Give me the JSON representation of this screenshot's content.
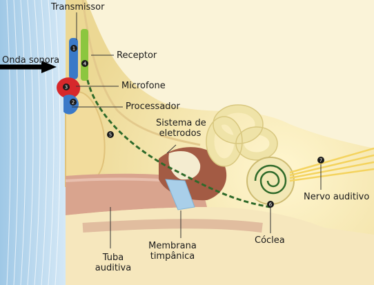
{
  "labels": {
    "transmissor": "Transmissor",
    "onda_sonora": "Onda sonora",
    "receptor": "Receptor",
    "microfone": "Microfone",
    "processador": "Processador",
    "sistema_eletrodos_1": "Sistema de",
    "sistema_eletrodos_2": "eletrodos",
    "nervo_auditivo": "Nervo auditivo",
    "membrana_1": "Membrana",
    "membrana_2": "timpânica",
    "coclea": "Cóclea",
    "tuba_1": "Tuba",
    "tuba_2": "auditiva"
  },
  "markers": {
    "m1": "1",
    "m2": "2",
    "m3": "3",
    "m4": "4",
    "m5": "5",
    "m6": "6",
    "m7": "7"
  },
  "colors": {
    "head_blue": "#b8d8ee",
    "skin": "#f3e5b5",
    "canal": "#d9a48e",
    "transmitter": "#3a79c8",
    "receiver": "#8cc63f",
    "microphone": "#d6282b",
    "electrode": "#2f6a2a"
  }
}
